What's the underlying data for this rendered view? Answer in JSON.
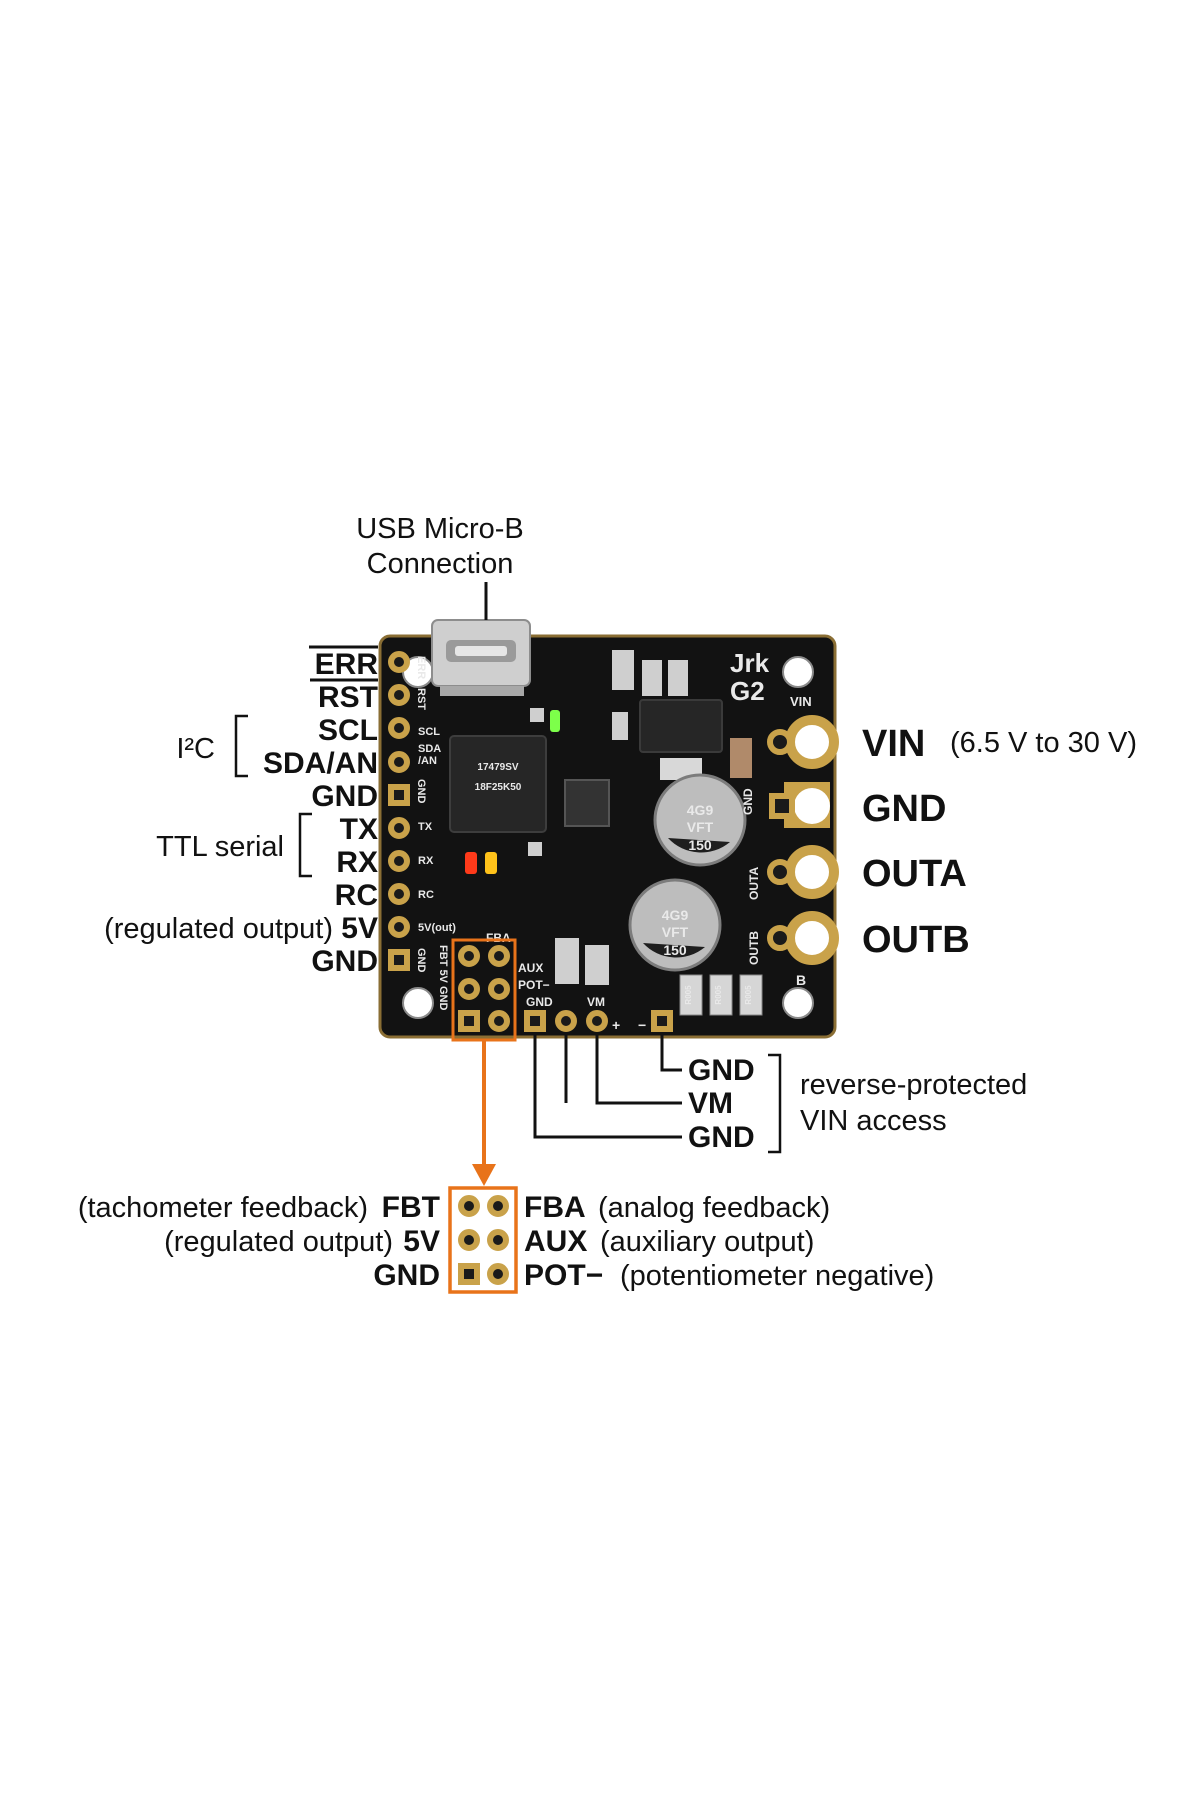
{
  "usb": {
    "line1": "USB Micro-B",
    "line2": "Connection"
  },
  "left_pins": {
    "err": "ERR",
    "rst": "RST",
    "scl": "SCL",
    "sda": "SDA/AN",
    "gnd1": "GND",
    "tx": "TX",
    "rx": "RX",
    "rc": "RC",
    "v5": "5V",
    "gnd2": "GND"
  },
  "groups": {
    "i2c": "I²C",
    "ttl": "TTL serial",
    "regulated_5v": "(regulated output)"
  },
  "right_terminals": {
    "vin": "VIN",
    "vin_range": "(6.5 V to 30 V)",
    "gnd": "GND",
    "outa": "OUTA",
    "outb": "OUTB"
  },
  "bottom_power": {
    "gnd_a": "GND",
    "vm": "VM",
    "gnd_b": "GND",
    "note1": "reverse-protected",
    "note2": "VIN access"
  },
  "feedback_header": {
    "fbt_desc": "(tachometer feedback)",
    "fbt": "FBT",
    "v5_desc": "(regulated output)",
    "v5": "5V",
    "gnd": "GND",
    "fba": "FBA",
    "fba_desc": "(analog feedback)",
    "aux": "AUX",
    "aux_desc": "(auxiliary output)",
    "pot": "POT−",
    "pot_desc": "(potentiometer negative)"
  },
  "board_silkscreen": {
    "brand1": "Jrk",
    "brand2": "G2",
    "vin": "VIN",
    "gnd_term": "GND",
    "outa": "OUTA",
    "outb": "OUTB",
    "b": "B",
    "err": "ERR",
    "rst": "RST",
    "scl": "SCL",
    "sda1": "SDA",
    "sda2": "/AN",
    "gnd1": "GND",
    "tx": "TX",
    "rx": "RX",
    "rc": "RC",
    "v5out": "5V(out)",
    "gnd2": "GND",
    "fba": "FBA",
    "aux": "AUX",
    "pot": "POT−",
    "gnd3": "GND",
    "vm": "VM",
    "plus": "+",
    "minus": "−",
    "fbt_col": "FBT 5V GND",
    "cap_text": "150",
    "cap_code": "VFT",
    "cap_lot": "4G9",
    "res": "R005",
    "chip": "17479SV",
    "chip2": "18F25K50"
  },
  "colors": {
    "board": "#121212",
    "gold": "#c9a24a",
    "highlight": "#e8731a",
    "led_green": "#7dff4a",
    "led_red": "#ff3a1a",
    "led_yellow": "#ffc21a"
  }
}
